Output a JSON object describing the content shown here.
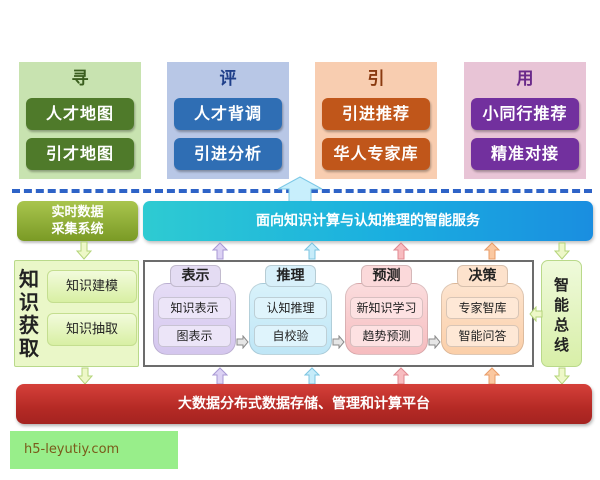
{
  "panels": [
    {
      "title": "寻",
      "items": [
        "人才地图",
        "引才地图"
      ],
      "bg": "#c8e3b0",
      "title_color": "#3a5e1e",
      "btn": "#4f7a2a"
    },
    {
      "title": "评",
      "items": [
        "人才背调",
        "引进分析"
      ],
      "bg": "#b8c7e6",
      "title_color": "#1f3f8a",
      "btn": "#2f6eb4"
    },
    {
      "title": "引",
      "items": [
        "引进推荐",
        "华人专家库"
      ],
      "bg": "#f8cdb0",
      "title_color": "#8a3a10",
      "btn": "#c0561a"
    },
    {
      "title": "用",
      "items": [
        "小同行推荐",
        "精准对接"
      ],
      "bg": "#e8c4d6",
      "title_color": "#6a2a8a",
      "btn": "#72309e"
    }
  ],
  "realtime": {
    "line1": "实时数据",
    "line2": "采集系统"
  },
  "service": {
    "label": "面向知识计算与认知推理的智能服务"
  },
  "knowledge_acquisition": {
    "label": "知识获取",
    "chars": [
      "知",
      "识",
      "获",
      "取"
    ],
    "items": [
      "知识建模",
      "知识抽取"
    ]
  },
  "groups": [
    {
      "title": "表示",
      "items": [
        "知识表示",
        "图表示"
      ],
      "tab": "#e4dcf3",
      "body": "#ddd2f0",
      "btn": "#e9e1f7"
    },
    {
      "title": "推理",
      "items": [
        "认知推理",
        "自校验"
      ],
      "tab": "#d8f0fa",
      "body": "#c9ebf8",
      "btn": "#dcf3fc"
    },
    {
      "title": "预测",
      "items": [
        "新知识学习",
        "趋势预测"
      ],
      "tab": "#fbd9da",
      "body": "#f8c6c8",
      "btn": "#fcdcdd"
    },
    {
      "title": "决策",
      "items": [
        "专家智库",
        "智能问答"
      ],
      "tab": "#fde2cc",
      "body": "#fcd5b5",
      "btn": "#fde3cc"
    }
  ],
  "bus": {
    "label": "智能总线",
    "chars": [
      "智",
      "能",
      "总",
      "线"
    ]
  },
  "platform": {
    "label": "大数据分布式数据存储、管理和计算平台"
  },
  "watermark": {
    "text": "h5-leyutiy.com"
  }
}
